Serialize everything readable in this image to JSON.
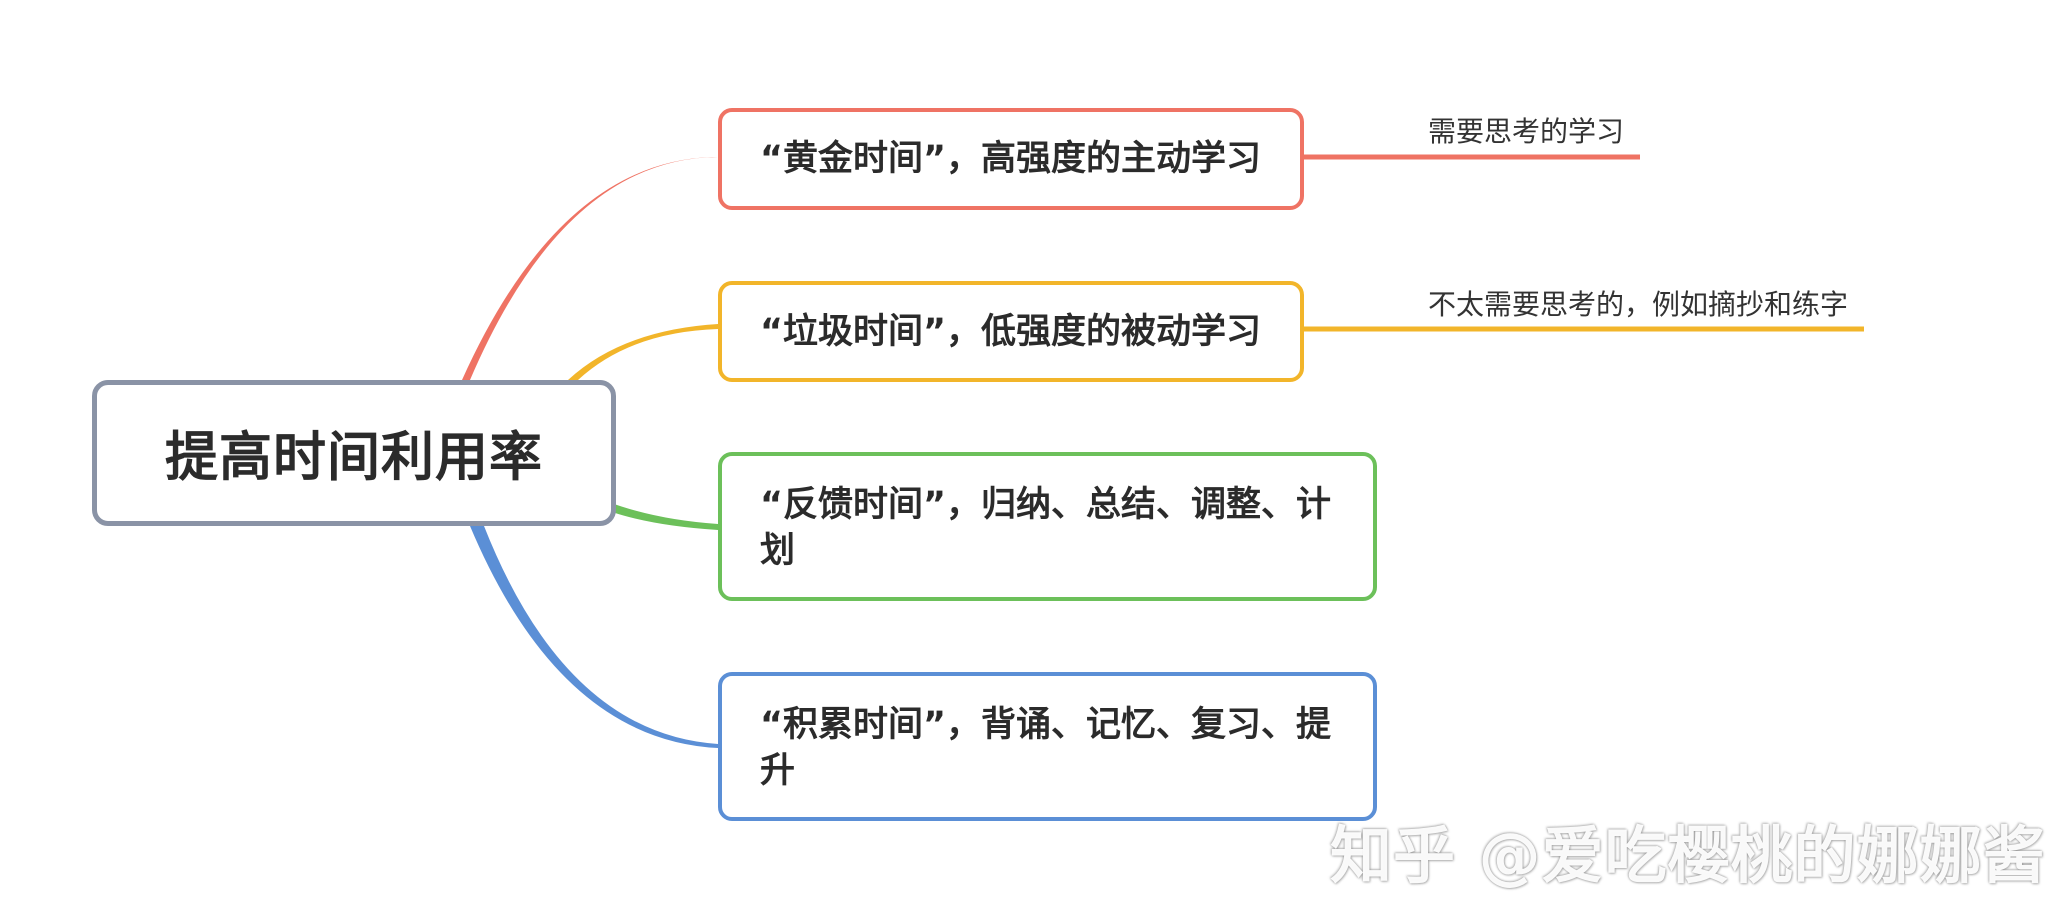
{
  "colors": {
    "root": "#8a93a6",
    "branch1": "#ef7364",
    "branch2": "#f2b52a",
    "branch3": "#6cc05a",
    "branch4": "#5b8fd6"
  },
  "root": {
    "label": "提高时间利用率"
  },
  "branches": [
    {
      "label": "“黄金时间”，高强度的主动学习",
      "note": "需要思考的学习"
    },
    {
      "label": "“垃圾时间”，低强度的被动学习",
      "note": "不太需要思考的，例如摘抄和练字"
    },
    {
      "label": "“反馈时间”，归纳、总结、调整、计划"
    },
    {
      "label": "“积累时间”，背诵、记忆、复习、提升"
    }
  ],
  "watermark": "知乎 @爱吃樱桃的娜娜酱"
}
